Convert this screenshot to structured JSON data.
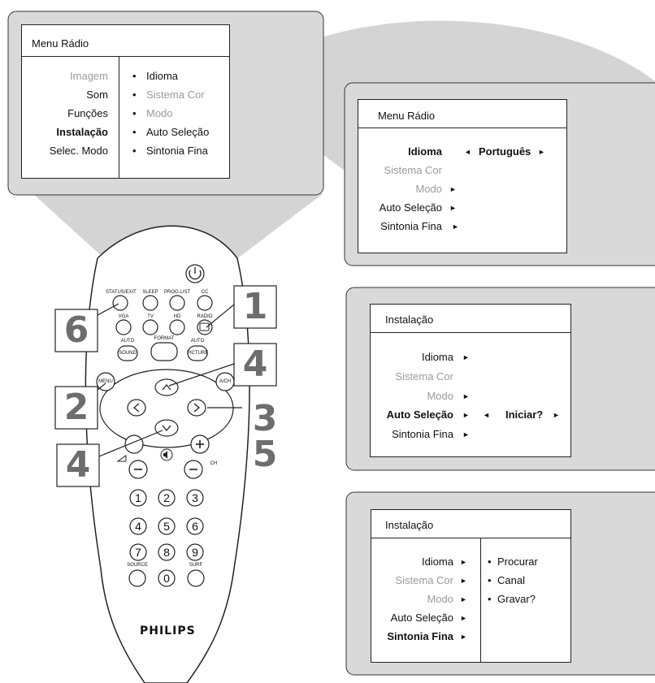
{
  "menu_main": {
    "title": "Menu Rádio",
    "left_items": [
      {
        "label": "Imagem",
        "state": "dim"
      },
      {
        "label": "Som",
        "state": "normal"
      },
      {
        "label": "Funções",
        "state": "normal"
      },
      {
        "label": "Instalação",
        "state": "bold"
      },
      {
        "label": "Selec. Modo",
        "state": "normal"
      }
    ],
    "right_items": [
      {
        "label": "Idioma",
        "state": "normal"
      },
      {
        "label": "Sistema Cor",
        "state": "dim"
      },
      {
        "label": "Modo",
        "state": "dim"
      },
      {
        "label": "Auto Seleção",
        "state": "normal"
      },
      {
        "label": "Sintonia Fina",
        "state": "normal"
      }
    ],
    "bullet": "•"
  },
  "menu_idioma": {
    "title": "Menu Rádio",
    "items": [
      "Idioma",
      "Sistema Cor",
      "Modo",
      "Auto Seleção",
      "Sintonia Fina"
    ],
    "value": "Português"
  },
  "menu_auto": {
    "title": "Instalação",
    "items": [
      "Idioma",
      "Sistema Cor",
      "Modo",
      "Auto Seleção",
      "Sintonia Fina"
    ],
    "value": "Iniciar?"
  },
  "menu_fina": {
    "title": "Instalação",
    "items": [
      "Idioma",
      "Sistema Cor",
      "Modo",
      "Auto Seleção",
      "Sintonia Fina"
    ],
    "sub_items": [
      "Procurar",
      "Canal",
      "Gravar?"
    ]
  },
  "arrows": {
    "left": "◄",
    "right": "►"
  },
  "remote": {
    "labels": {
      "status_exit": "STATUS/EXIT",
      "sleep": "SLEEP",
      "prog_list": "PROG.LIST",
      "cc": "CC",
      "vga": "VGA",
      "tv": "TV",
      "hd": "HD",
      "radio": "RADIO",
      "auto": "AUTO",
      "format": "FORMAT",
      "auto2": "AUTO",
      "sound": "SOUND",
      "picture": "PICTURE",
      "menu": "MENU",
      "ach": "A/CH",
      "ch": "CH",
      "source": "SOURCE",
      "surf": "SURF"
    },
    "digits": [
      "1",
      "2",
      "3",
      "4",
      "5",
      "6",
      "7",
      "8",
      "9",
      "0"
    ],
    "brand": "PHILIPS"
  },
  "callouts": {
    "c1": "1",
    "c2": "2",
    "c3": "3",
    "c4a": "4",
    "c4b": "4",
    "c5": "5",
    "c6": "6"
  }
}
